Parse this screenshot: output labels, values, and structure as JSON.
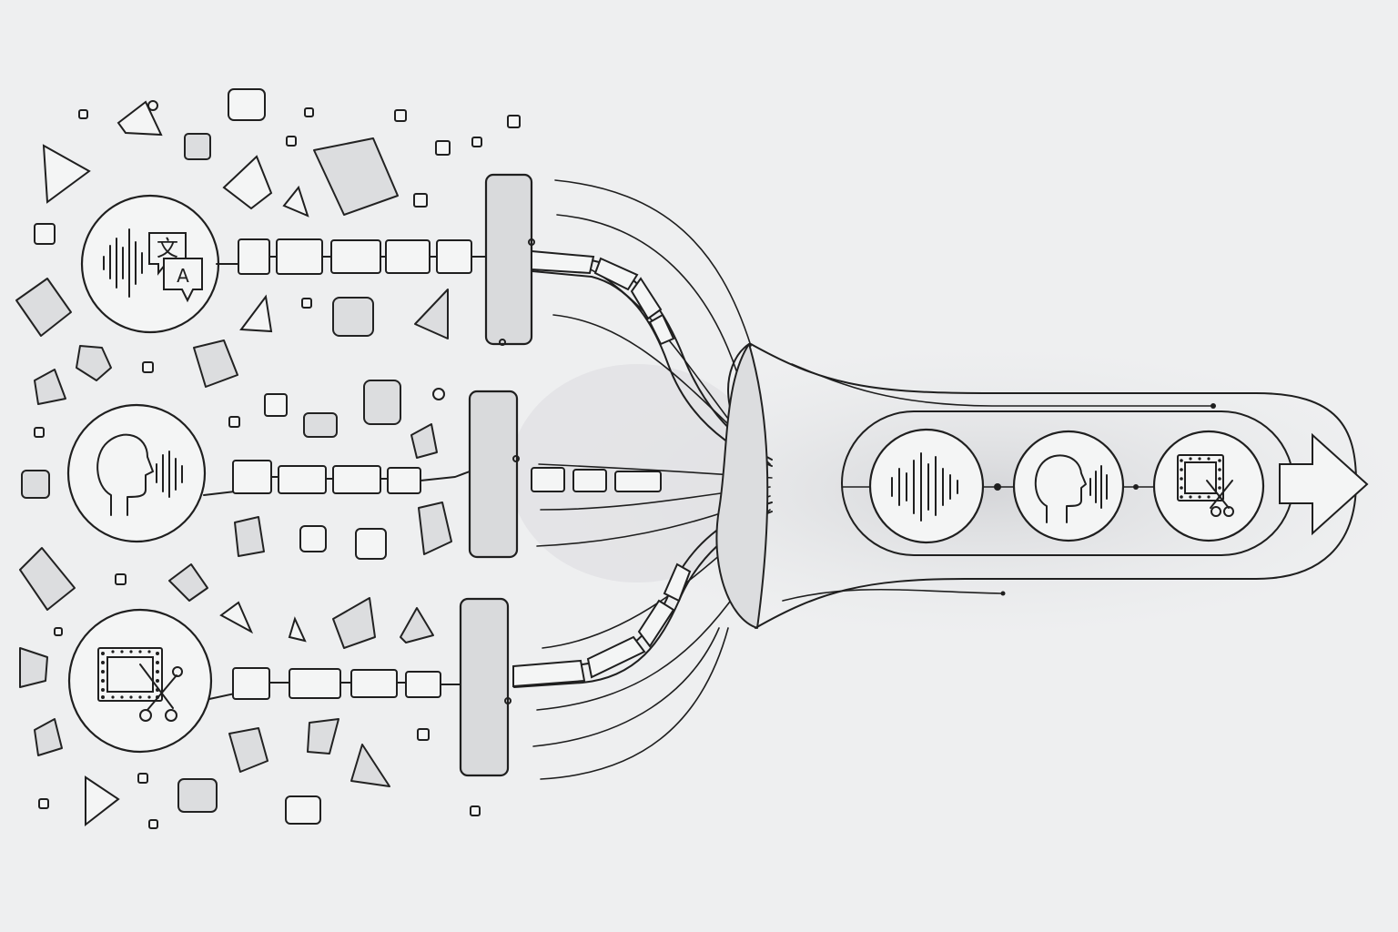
{
  "diagram": {
    "inputs": [
      {
        "id": "translate",
        "icons": [
          "waveform-icon",
          "translate-icon"
        ]
      },
      {
        "id": "voice",
        "icons": [
          "head-profile-icon",
          "waveform-icon"
        ]
      },
      {
        "id": "video-edit",
        "icons": [
          "film-frame-icon",
          "scissors-icon"
        ]
      }
    ],
    "output": {
      "icons": [
        "waveform-icon",
        "head-profile-icon",
        "film-scissors-icon",
        "arrow-right-icon"
      ]
    },
    "colors": {
      "background": "#eeeff0",
      "stroke": "#1f1f1f",
      "fill": "#dcdddf"
    }
  }
}
